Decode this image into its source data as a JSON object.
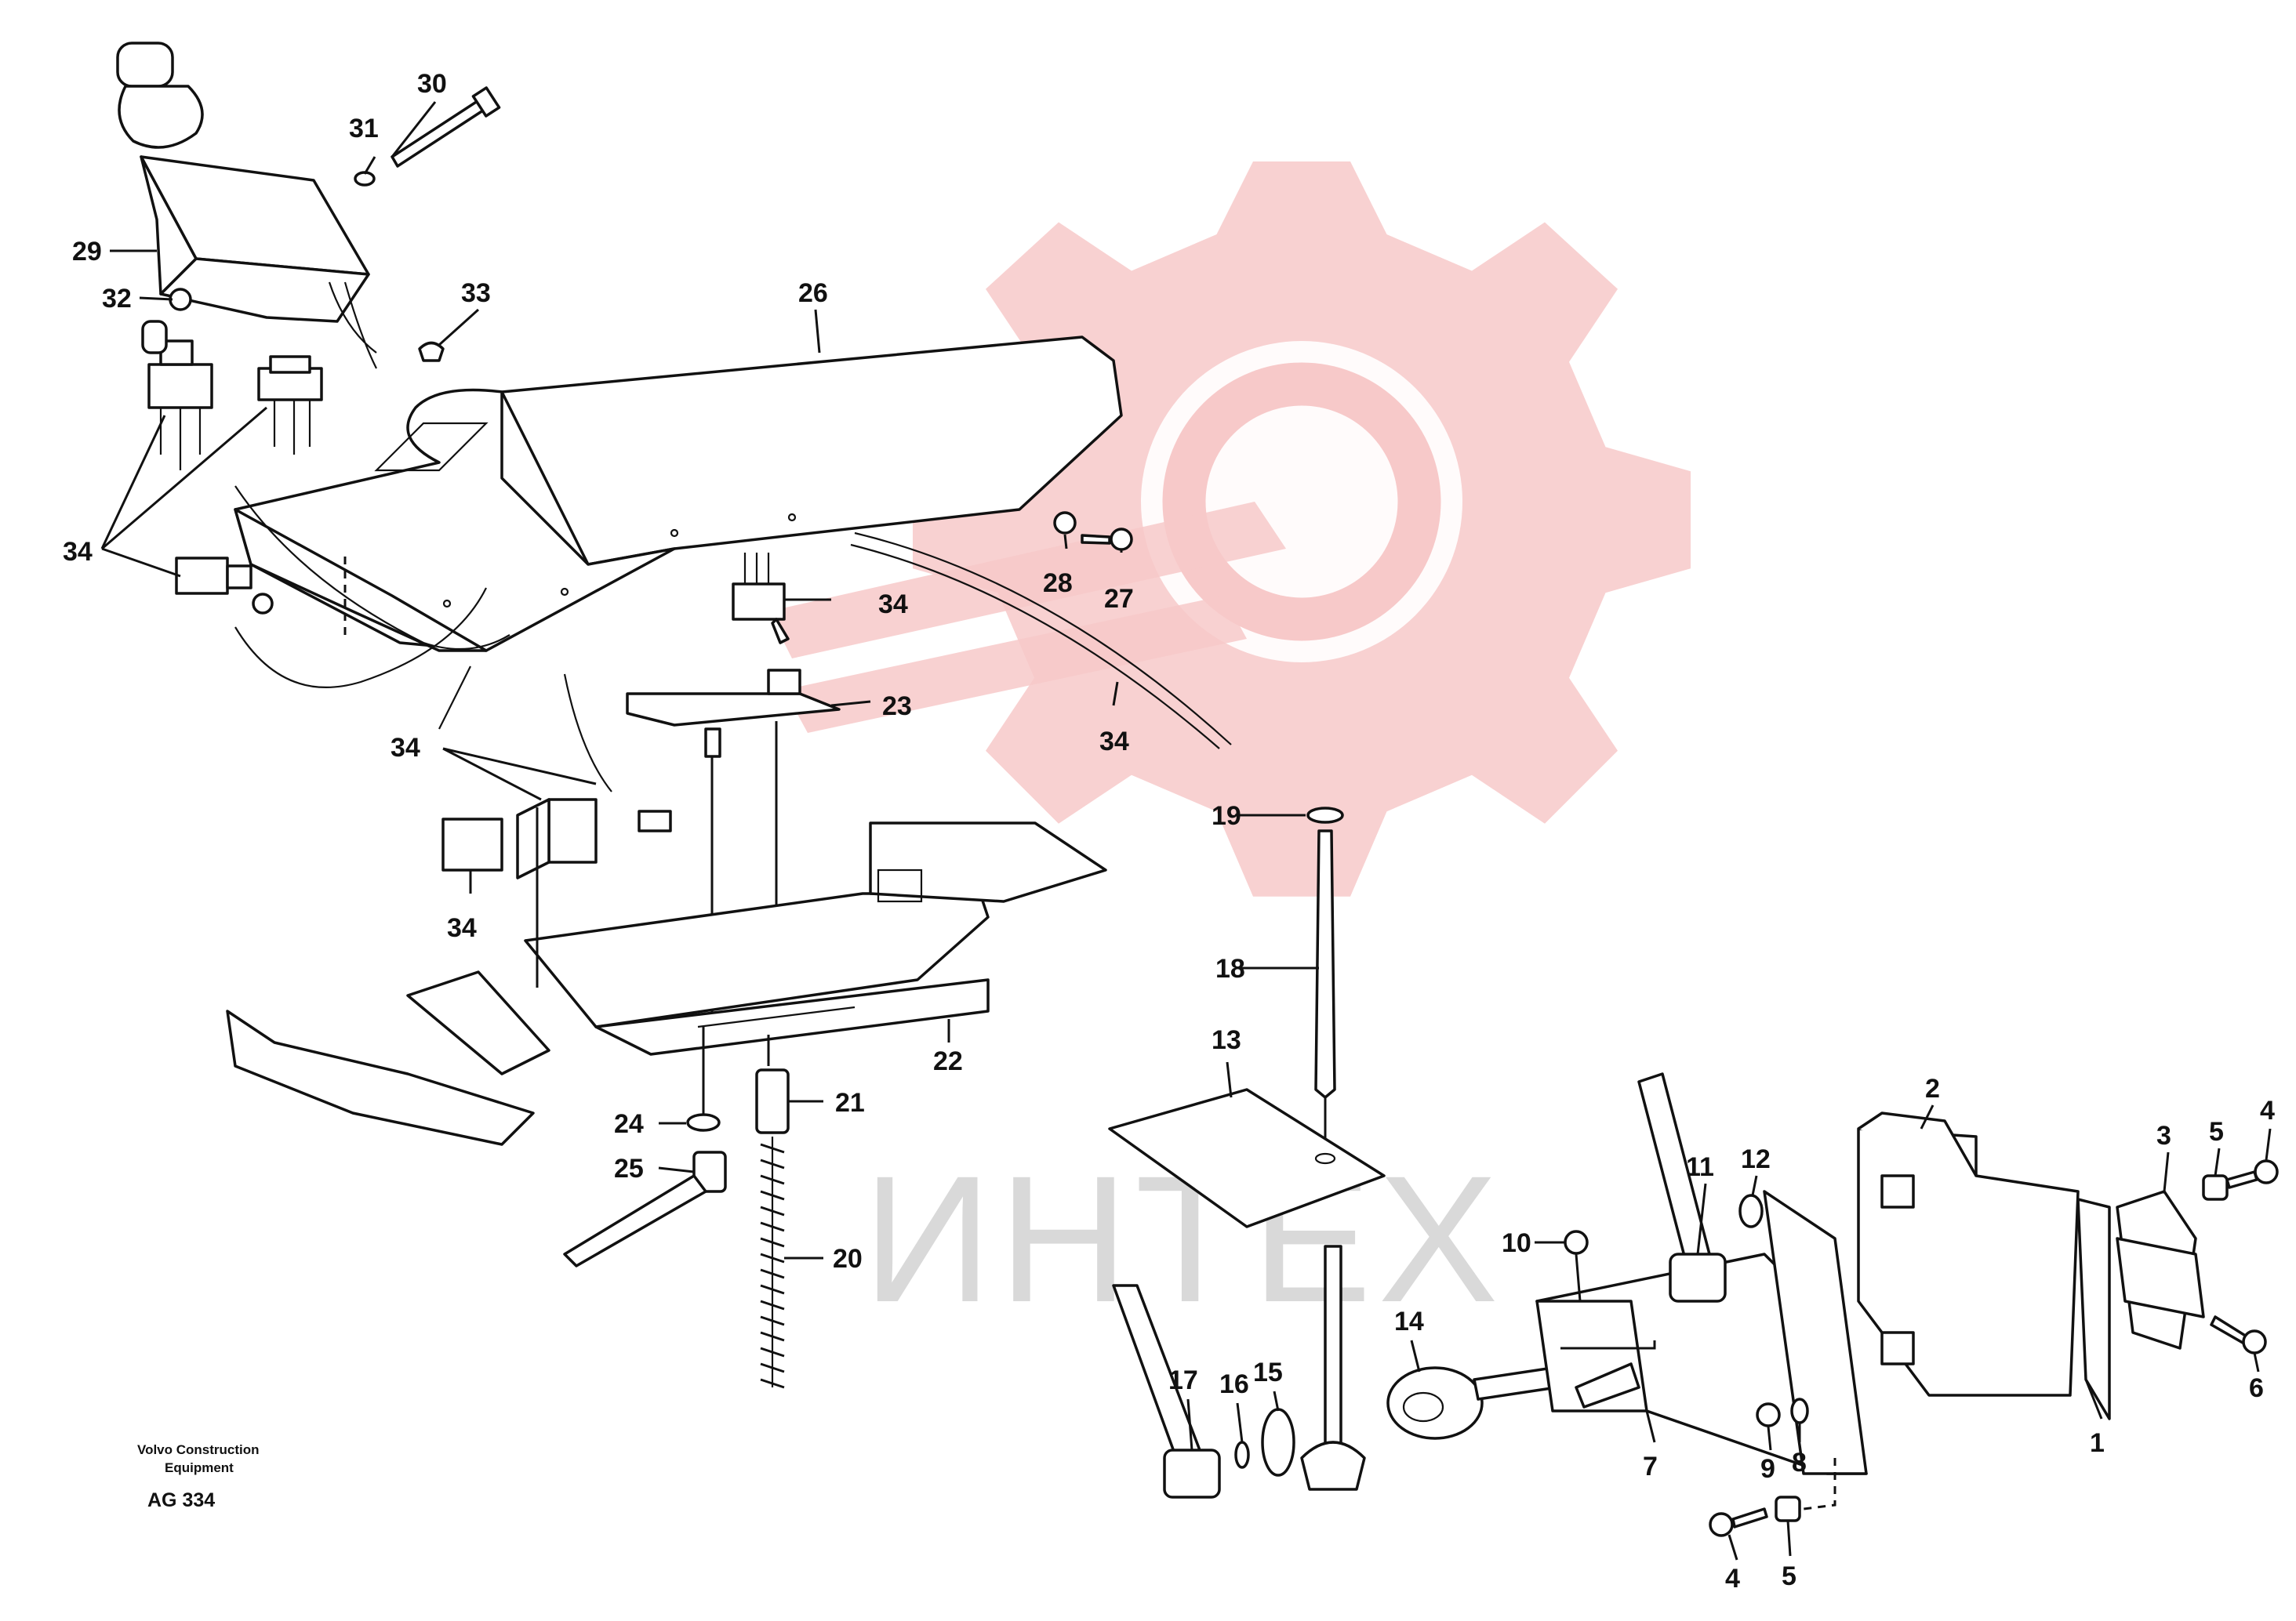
{
  "watermark": {
    "text": "ИНТЕХ",
    "gear_color": "#f7c9c9"
  },
  "footer": {
    "company_line1": "Volvo Construction",
    "company_line2": "Equipment",
    "drawing_code": "AG 334"
  },
  "callouts": {
    "c1": "1",
    "c2": "2",
    "c3": "3",
    "c4a": "4",
    "c4b": "4",
    "c5a": "5",
    "c5b": "5",
    "c6": "6",
    "c7": "7",
    "c8": "8",
    "c9": "9",
    "c10": "10",
    "c11": "11",
    "c12": "12",
    "c13": "13",
    "c14": "14",
    "c15": "15",
    "c16": "16",
    "c17": "17",
    "c18": "18",
    "c19": "19",
    "c20": "20",
    "c21": "21",
    "c22": "22",
    "c23": "23",
    "c24": "24",
    "c25": "25",
    "c26": "26",
    "c27": "27",
    "c28": "28",
    "c29": "29",
    "c30": "30",
    "c31": "31",
    "c32": "32",
    "c33": "33",
    "c34a": "34",
    "c34b": "34",
    "c34c": "34",
    "c34d": "34",
    "c34e": "34"
  }
}
